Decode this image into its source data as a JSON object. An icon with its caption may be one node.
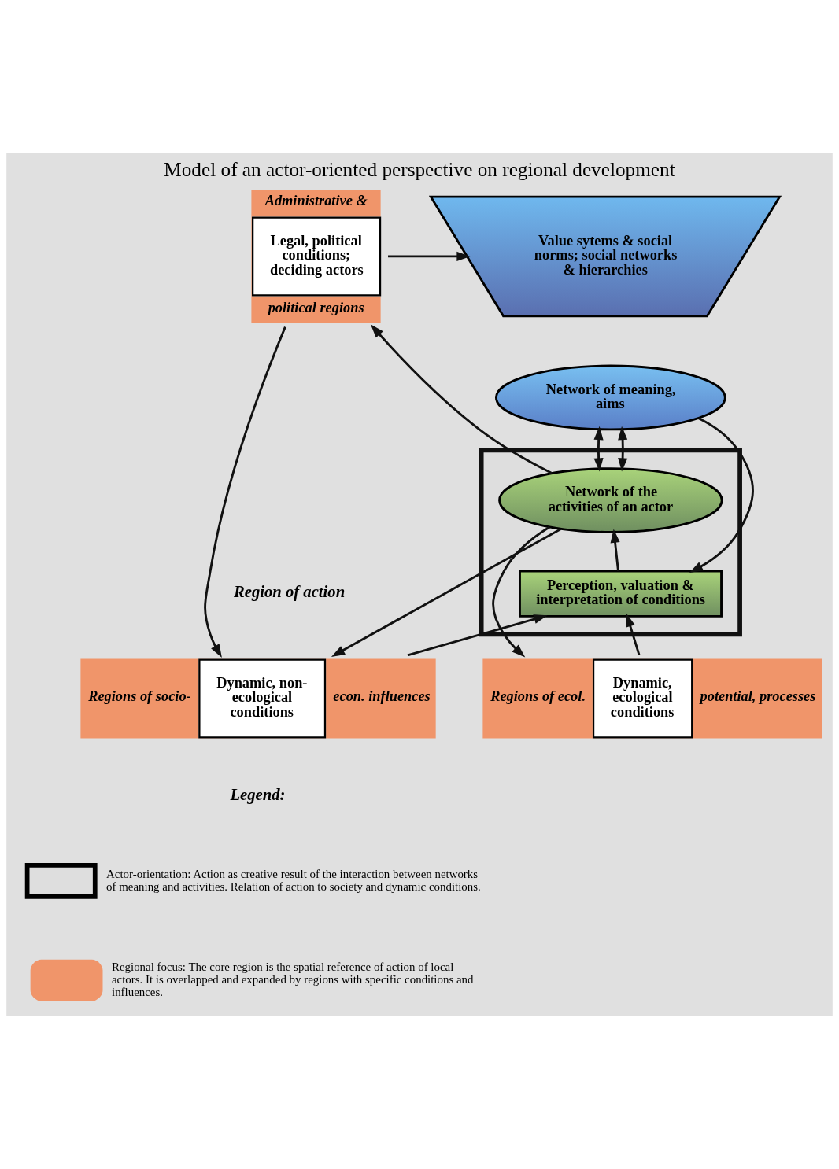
{
  "diagram": {
    "title": "Model of an actor-oriented perspective on regional development",
    "nodes": [
      {
        "text": [
          "Administrative &",
          "Legal, political conditions; deciding actors",
          "political regions"
        ]
      },
      {
        "text": [
          "Value sytems & social norms; social networks & hierarchies"
        ]
      },
      {
        "text": [],
        "shape": "box"
      },
      {
        "text": [
          "Network of meaning, aims"
        ]
      },
      {
        "text": [
          "Network of the activities of an actor"
        ],
        "in": 2
      },
      {
        "text": [
          "Perception, valuation & interpretation of conditions"
        ],
        "in": 2
      },
      {
        "text": [
          "Regions of socio-",
          "Dynamic, non-ecological conditions",
          "econ. influences"
        ]
      },
      {
        "text": [
          "Regions of ecol.",
          "Dynamic, ecological conditions",
          "potential, processes"
        ]
      }
    ],
    "edges": [
      {
        "from": 0,
        "to": 1,
        "arrow": "to"
      },
      {
        "from": 0,
        "to": 6,
        "arrow": "to"
      },
      {
        "from": 4,
        "to": 0,
        "arrow": "to"
      },
      {
        "from": 4,
        "to": 6,
        "arrow": "to"
      },
      {
        "from": 3,
        "to": 4,
        "arrow": "both"
      },
      {
        "from": 3,
        "to": 4,
        "arrow": "both"
      },
      {
        "from": 3,
        "to": 5,
        "arrow": "to"
      },
      {
        "from": 5,
        "to": 4,
        "arrow": "to"
      },
      {
        "from": 4,
        "to": 7,
        "arrow": "to"
      },
      {
        "from": 6,
        "to": 5,
        "arrow": "to"
      },
      {
        "from": 7,
        "to": 5,
        "arrow": "to"
      }
    ],
    "labels": [
      "Region of action",
      "Legend:"
    ],
    "legend": [
      {
        "text": "Actor-orientation: Action as creative result of the interaction between networks of meaning and activities. Relation of action to society and dynamic conditions."
      },
      {
        "text": "Regional focus: The core region is the spatial reference of action of local actors. It is overlapped and expanded by regions with specific conditions and influences.",
        "color": "#f0956a"
      }
    ]
  }
}
